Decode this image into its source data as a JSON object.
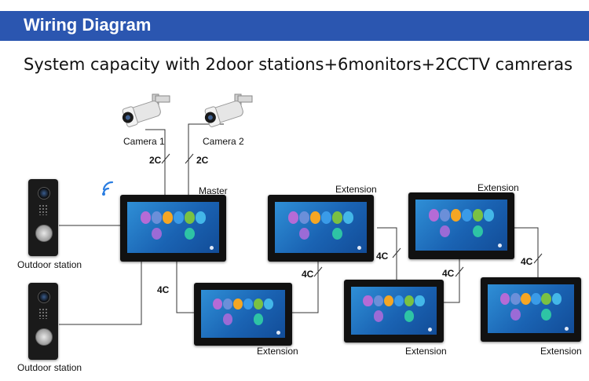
{
  "header": {
    "title": "Wiring Diagram"
  },
  "subtitle": "System capacity with 2door stations+6monitors+2CCTV camreras",
  "labels": {
    "camera_1": "Camera 1",
    "camera_2": "Camera 2",
    "master": "Master",
    "extension": "Extension",
    "outdoor_station": "Outdoor station"
  },
  "wires": {
    "two_core": "2C",
    "four_core": "4C"
  },
  "icons": {
    "wifi": "wifi-icon",
    "camera": "cctv-camera-icon"
  },
  "colors": {
    "banner": "#2b56b0",
    "screen": "#1a63b3",
    "wifi": "#2a7de1",
    "app_icons": [
      "#b56bd6",
      "#6b8fd9",
      "#f5a623",
      "#3a9be8",
      "#7ac143",
      "#43b7e8",
      "#9b6bd6",
      "#2ec4a5"
    ]
  }
}
